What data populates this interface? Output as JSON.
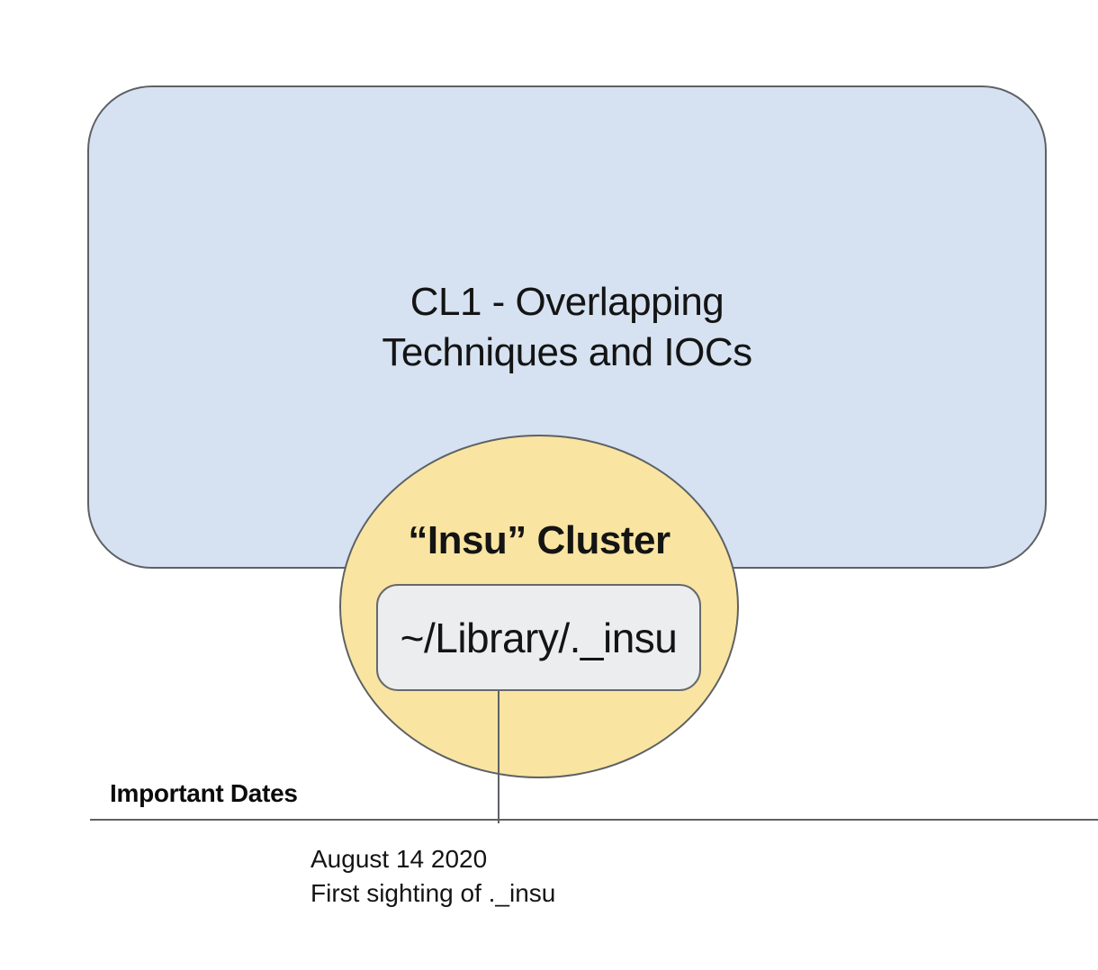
{
  "colors": {
    "cluster_box_fill": "#D6E2F1",
    "cluster_box_border": "#5E6165",
    "insu_ellipse_fill": "#F9E5A1",
    "insu_ellipse_border": "#5E6165",
    "path_node_fill": "#ECEDEE",
    "path_node_border": "#66696D",
    "line_color": "#5E6165",
    "text_color": "#141414",
    "background": "#FFFFFF"
  },
  "cluster_box": {
    "title": "CL1 - Overlapping\nTechniques and IOCs"
  },
  "insu_cluster": {
    "label": "“Insu” Cluster",
    "node": {
      "path": "~/Library/._insu"
    }
  },
  "timeline": {
    "heading": "Important Dates",
    "events": [
      {
        "date": "August 14 2020",
        "description": "First sighting of ._insu"
      }
    ]
  }
}
